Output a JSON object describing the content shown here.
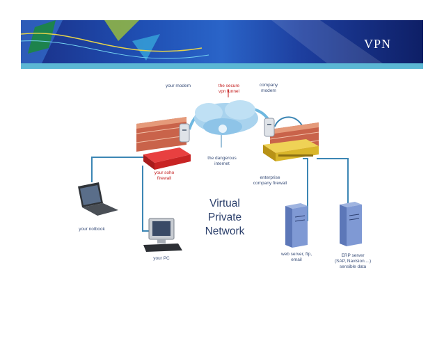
{
  "slide": {
    "title": "VPN"
  },
  "diagram": {
    "center_title": "Virtual\nPrivate\nNetwork",
    "labels": {
      "your_modem": "your modem",
      "secure_tunnel": "the secure\nvpn tunnel",
      "company_modem": "company\nmodem",
      "dangerous_internet": "the dangerous\ninternet",
      "soho_firewall": "your soho\nfirewall",
      "enterprise_firewall": "enterprise\ncompany firewall",
      "notebook": "your notbook",
      "pc": "your PC",
      "web_server": "web server, ftp,\nemail",
      "erp_server": "ERP server\n(SAP, Navision....)\nsensible data"
    }
  },
  "colors": {
    "banner_dark": "#1a2f86",
    "banner_strip": "#5bb7d4",
    "cable": "#3c86b4",
    "firewall_red": "#d42727",
    "enterprise_yellow": "#d9b62a",
    "highlight_red": "#c41e1e"
  }
}
